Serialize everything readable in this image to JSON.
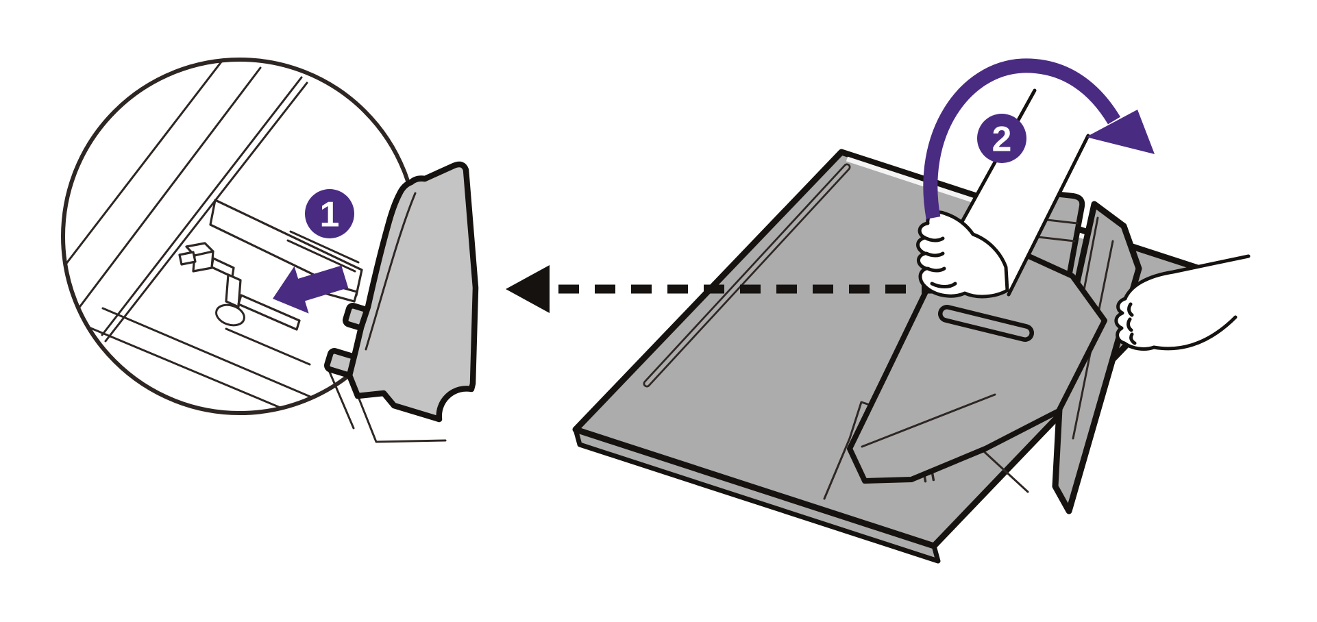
{
  "figure": {
    "kind": "instructional-diagram",
    "badges": {
      "step1": "1",
      "step2": "2"
    }
  },
  "colors": {
    "accent_purple": "#4a2b82",
    "monitor_gray": "#acacac",
    "tab_gray": "#c4c4c4",
    "outline_dark": "#161210",
    "line_brown": "#2e2623",
    "background_white": "#ffffff"
  }
}
